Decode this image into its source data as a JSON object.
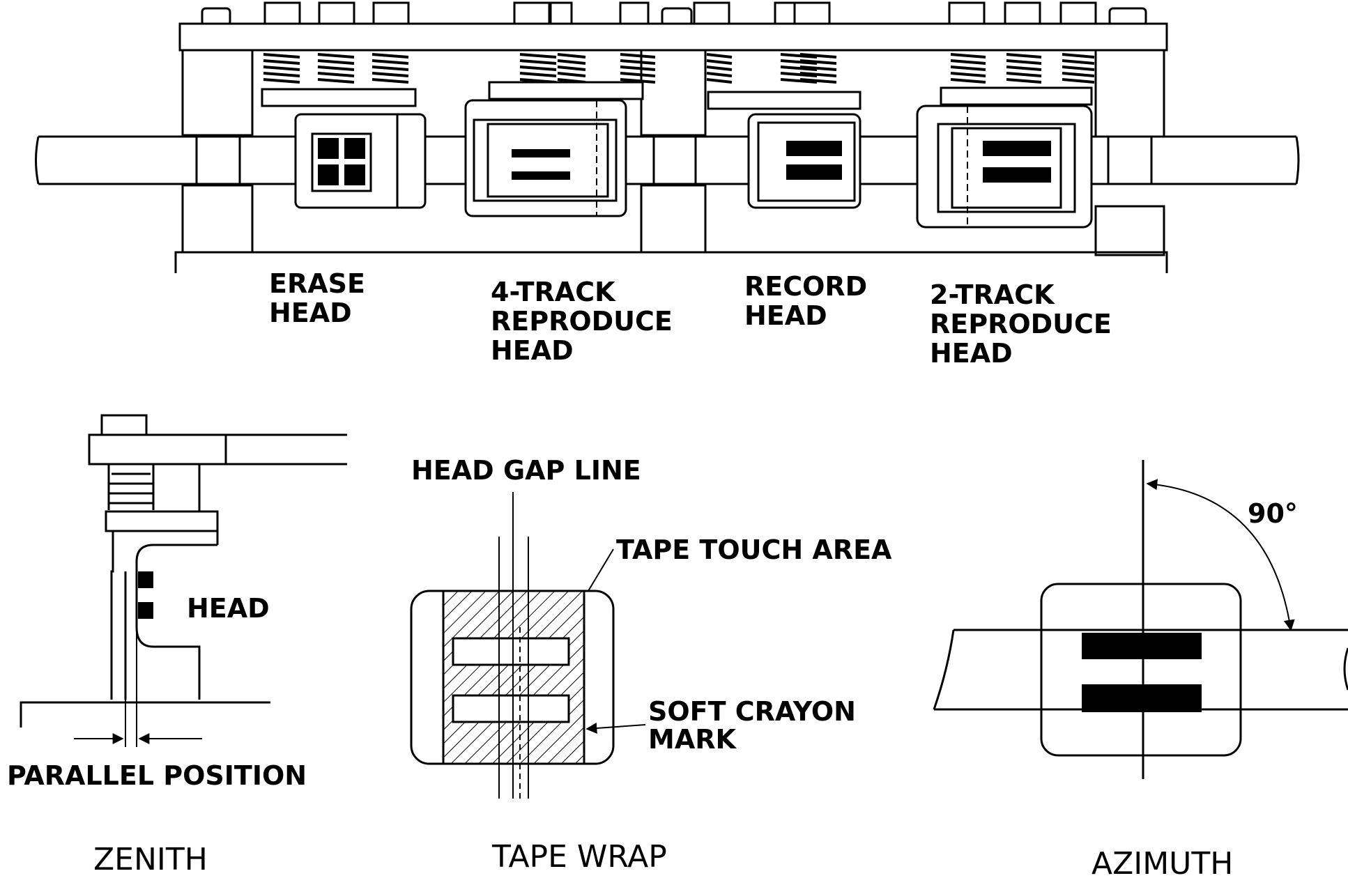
{
  "labels": {
    "erase_head": [
      "ERASE",
      "HEAD"
    ],
    "four_track": [
      "4-TRACK",
      "REPRODUCE",
      "HEAD"
    ],
    "record_head": [
      "RECORD",
      "HEAD"
    ],
    "two_track": [
      "2-TRACK",
      "REPRODUCE",
      "HEAD"
    ],
    "head": "HEAD",
    "parallel_position": "PARALLEL POSITION",
    "head_gap_line": "HEAD GAP LINE",
    "tape_touch_area": "TAPE TOUCH AREA",
    "soft_crayon_mark": [
      "SOFT CRAYON",
      "MARK"
    ],
    "angle": "90°",
    "zenith": "ZENITH",
    "tape_wrap": "TAPE WRAP",
    "azimuth": "AZIMUTH"
  }
}
